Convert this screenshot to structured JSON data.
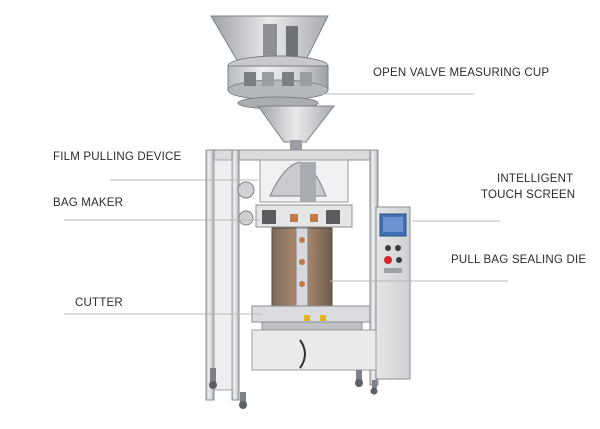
{
  "labels": {
    "open_valve_measuring_cup": "OPEN VALVE MEASURING CUP",
    "film_pulling_device": "FILM PULLING DEVICE",
    "bag_maker": "BAG MAKER",
    "intelligent": "INTELLIGENT",
    "touch_screen": "TOUCH SCREEN",
    "pull_bag_sealing_die": "PULL BAG SEALING DIE",
    "cutter": "CUTTER"
  },
  "colors": {
    "leader_line": "#b9b9b9",
    "label_text": "#2b2b2b",
    "steel_light": "#e6e7e9",
    "steel_mid": "#c9cbce",
    "steel_dark": "#8f9296",
    "panel_blue": "#3f6fb5",
    "button_red": "#d4262a",
    "film_orange": "#c27a4a"
  }
}
